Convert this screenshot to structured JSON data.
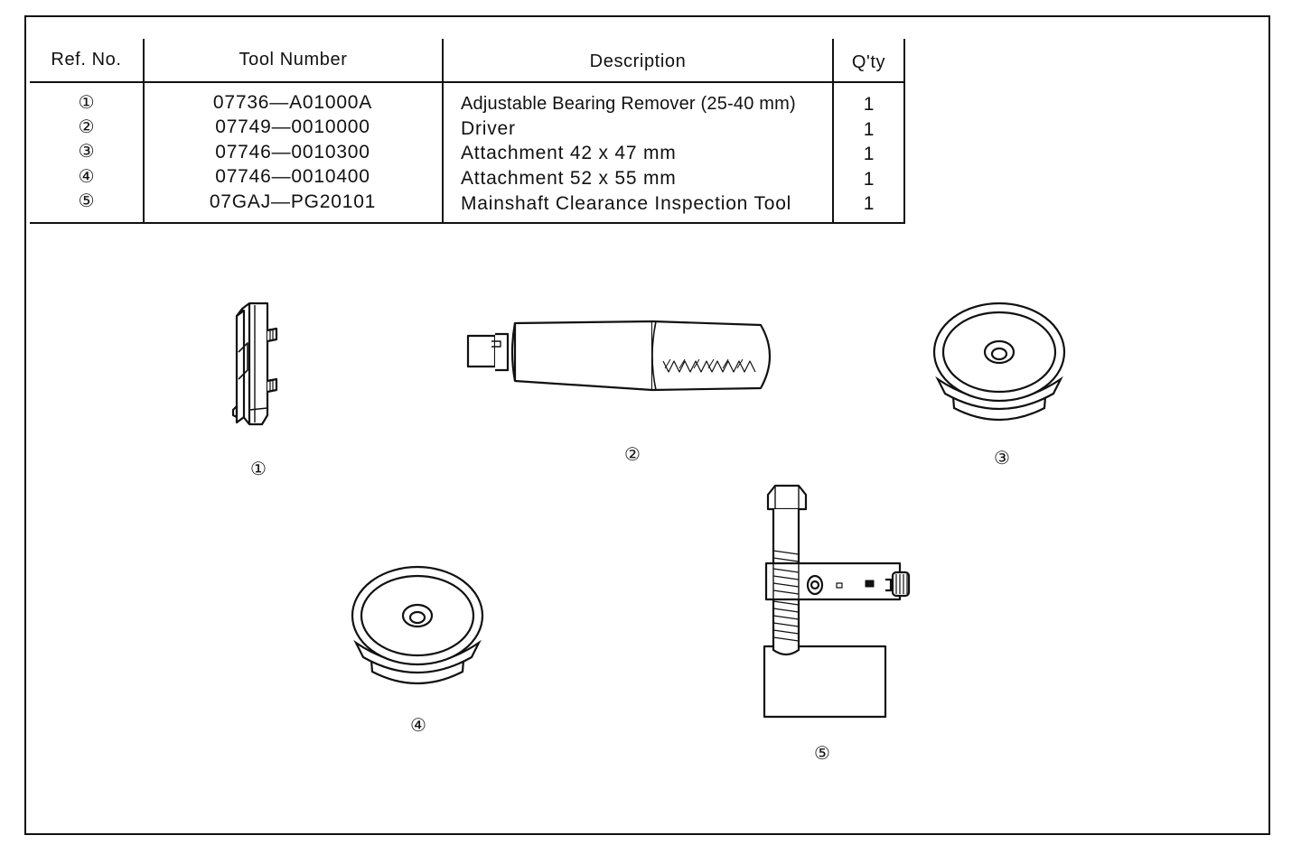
{
  "table": {
    "headers": {
      "ref_no": "Ref. No.",
      "tool_number": "Tool Number",
      "description": "Description",
      "qty": "Q'ty"
    },
    "rows": [
      {
        "ref": "①",
        "tool_number": "07736—A01000A",
        "description": "Adjustable Bearing Remover (25-40 mm)",
        "qty": "1"
      },
      {
        "ref": "②",
        "tool_number": "07749—0010000",
        "description": "Driver",
        "qty": "1"
      },
      {
        "ref": "③",
        "tool_number": "07746—0010300",
        "description": "Attachment 42 x 47 mm",
        "qty": "1"
      },
      {
        "ref": "④",
        "tool_number": "07746—0010400",
        "description": "Attachment 52 x 55 mm",
        "qty": "1"
      },
      {
        "ref": "⑤",
        "tool_number": "07GAJ—PG20101",
        "description": "Mainshaft Clearance Inspection Tool",
        "qty": "1"
      }
    ]
  },
  "figures": {
    "labels": [
      "①",
      "②",
      "③",
      "④",
      "⑤"
    ],
    "icons": [
      "bearing-remover-icon",
      "driver-icon",
      "attachment-42x47-icon",
      "attachment-52x55-icon",
      "clearance-inspection-tool-icon"
    ]
  },
  "colors": {
    "ink": "#111111",
    "paper": "#ffffff"
  }
}
